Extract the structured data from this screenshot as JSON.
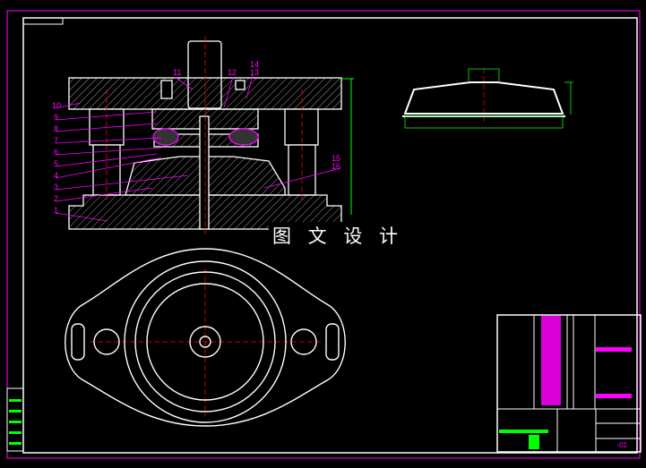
{
  "drawing": {
    "part_labels": [
      "1",
      "2",
      "3",
      "4",
      "5",
      "6",
      "7",
      "8",
      "9",
      "10",
      "11",
      "12",
      "13",
      "14",
      "15",
      "16"
    ],
    "watermark": "图 文 设 计",
    "title_block": {
      "drawing_number": "-01"
    }
  },
  "colors": {
    "background": "#000000",
    "outline": "#ffffff",
    "leader": "#ff00ff",
    "dimension": "#00ff00",
    "centerline": "#ff0000"
  }
}
